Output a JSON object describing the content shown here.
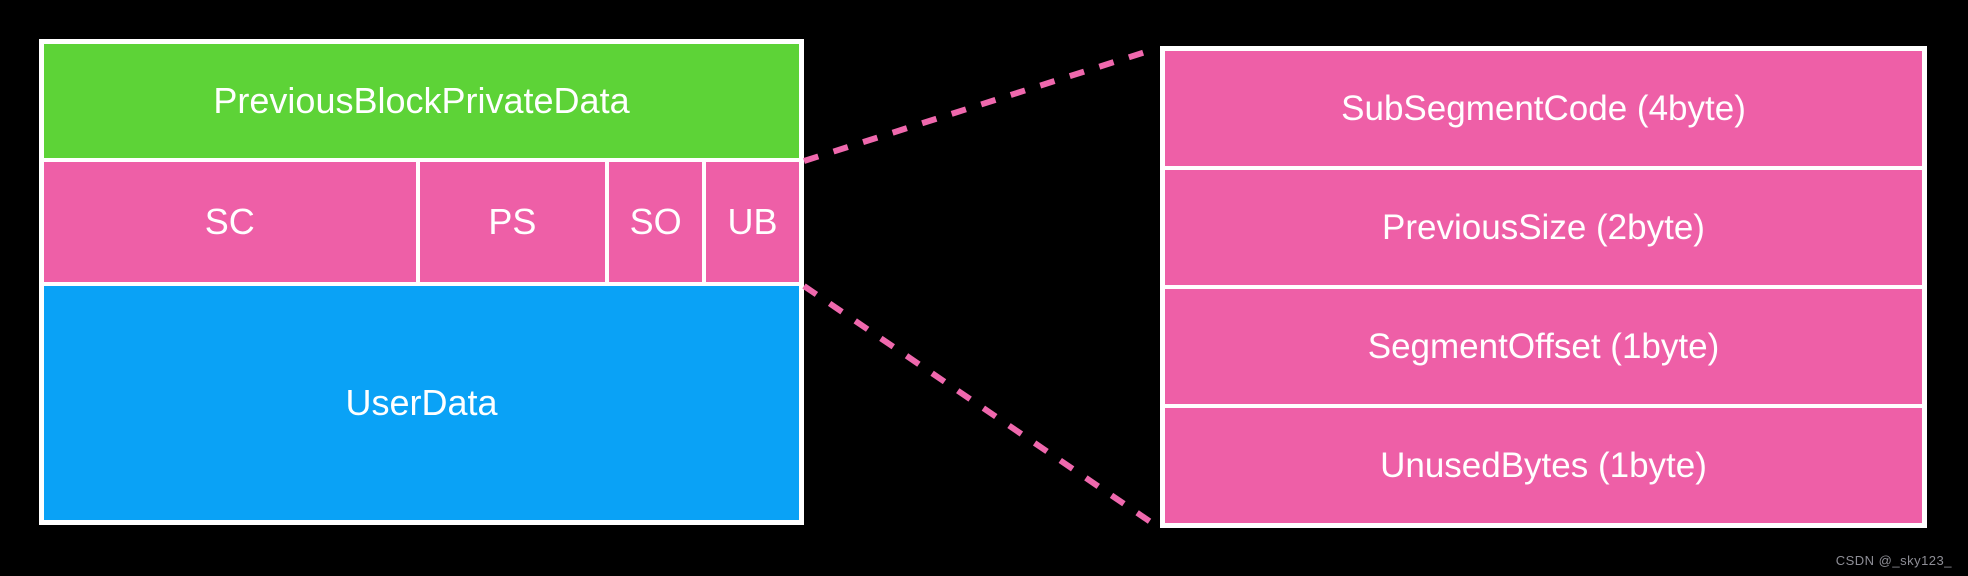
{
  "diagram": {
    "left_block": {
      "header_label": "PreviousBlockPrivateData",
      "fields": [
        {
          "label": "SC",
          "size_units": 4
        },
        {
          "label": "PS",
          "size_units": 2
        },
        {
          "label": "SO",
          "size_units": 1
        },
        {
          "label": "UB",
          "size_units": 1
        }
      ],
      "footer_label": "UserData"
    },
    "detail_table": {
      "rows": [
        "SubSegmentCode (4byte)",
        "PreviousSize (2byte)",
        "SegmentOffset (1byte)",
        "UnusedBytes (1byte)"
      ]
    },
    "colors": {
      "background": "#000000",
      "header_green": "#5dd337",
      "field_pink": "#ee5fa7",
      "userdata_blue": "#0aa2f6",
      "connector_pink": "#ef68ad",
      "border_white": "#ffffff",
      "text_white": "#ffffff",
      "watermark_gray": "#8e8e96"
    }
  },
  "watermark": "CSDN @_sky123_"
}
